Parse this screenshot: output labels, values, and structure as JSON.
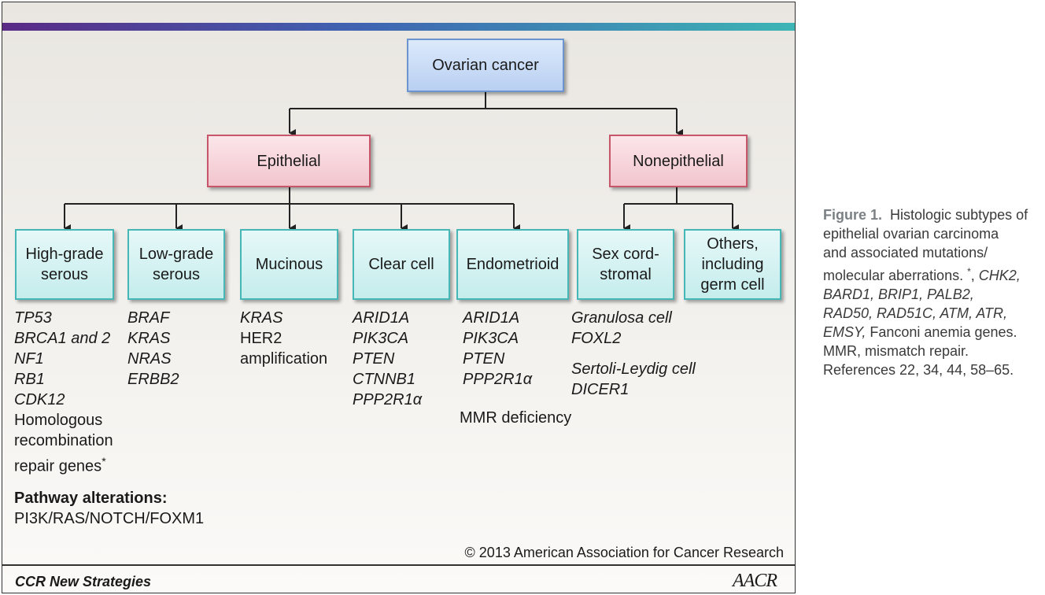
{
  "nodes": {
    "root": "Ovarian cancer",
    "epithelial": "Epithelial",
    "nonepithelial": "Nonepithelial",
    "hgs": [
      "High-grade",
      "serous"
    ],
    "lgs": [
      "Low-grade",
      "serous"
    ],
    "mucinous": "Mucinous",
    "clear_cell": "Clear cell",
    "endometrioid": "Endometrioid",
    "sex_cord": [
      "Sex cord-",
      "stromal"
    ],
    "others": [
      "Others,",
      "including",
      "germ cell"
    ]
  },
  "genes": {
    "hgs": {
      "italic": [
        "TP53",
        "BRCA1 and 2",
        "NF1",
        "RB1",
        "CDK12"
      ],
      "plain": [
        "Homologous",
        "recombination",
        "repair genes"
      ],
      "star": "*",
      "pathway_label": "Pathway alterations:",
      "pathway_value": "PI3K/RAS/NOTCH/FOXM1"
    },
    "lgs": [
      "BRAF",
      "KRAS",
      "NRAS",
      "ERBB2"
    ],
    "mucinous": {
      "italic": "KRAS",
      "plain": [
        "HER2",
        "amplification"
      ]
    },
    "clear_cell": [
      "ARID1A",
      "PIK3CA",
      "PTEN",
      "CTNNB1",
      "PPP2R1α"
    ],
    "endometrioid": {
      "italic": [
        "ARID1A",
        "PIK3CA",
        "PTEN",
        "PPP2R1α"
      ],
      "plain": "MMR deficiency"
    },
    "sex_cord": [
      "Granulosa cell",
      "FOXL2",
      "Sertoli-Leydig cell",
      "DICER1"
    ]
  },
  "footer": {
    "copyright": "© 2013 American Association for Cancer Research",
    "journal": "CCR New Strategies",
    "logo": "AACR"
  },
  "caption": {
    "label": "Figure 1.",
    "line1": "Histologic subtypes of",
    "line2": "epithelial ovarian carcinoma",
    "line3": "and associated mutations/",
    "line4_a": "molecular aberrations. ",
    "line4_star": "*",
    "line4_b": ", ",
    "line4_c": "CHK2,",
    "line5": "BARD1, BRIP1, PALB2,",
    "line6": "RAD50, RAD51C, ATM, ATR,",
    "line7_a": "EMSY,",
    "line7_b": " Fanconi anemia genes.",
    "line8": "MMR, mismatch repair.",
    "line9": "References 22, 34, 44, 58–65."
  },
  "colors": {
    "root_border": "#6c94cf",
    "mid_border": "#c8566b",
    "leaf_border": "#45b7b7",
    "bar_start": "#5a2a86",
    "bar_end": "#3db5b5"
  }
}
